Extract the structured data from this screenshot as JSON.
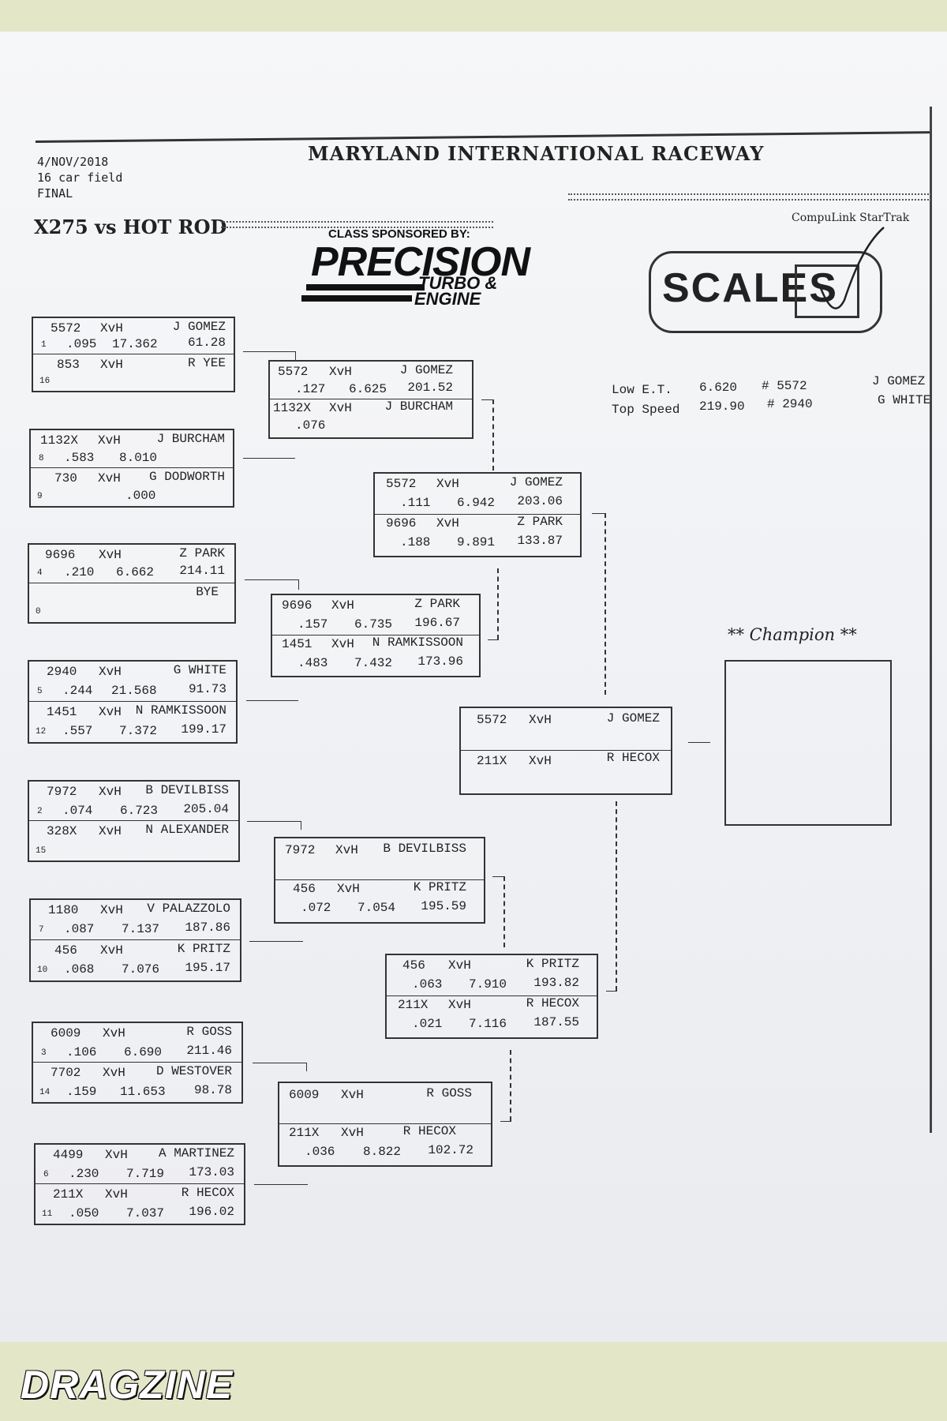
{
  "header": {
    "date": "4/NOV/2018",
    "field": "16 car field",
    "round": "FINAL",
    "track": "MARYLAND INTERNATIONAL RACEWAY",
    "class_title": "X275 vs HOT ROD"
  },
  "sponsor": {
    "label": "CLASS SPONSORED BY:",
    "brand_line1": "PRECISION",
    "brand_line2": "TURBO &",
    "brand_line3": "ENGINE"
  },
  "scales": {
    "label": "SCALES",
    "startrak": "CompuLink StarTrak"
  },
  "stats": {
    "low_et_label": "Low   E.T.",
    "low_et_value": "6.620",
    "low_et_car": "# 5572",
    "low_et_driver": "J GOMEZ",
    "top_speed_label": "Top Speed",
    "top_speed_value": "219.90",
    "top_speed_car": "# 2940",
    "top_speed_driver": "G WHITE"
  },
  "champion_label": "** Champion **",
  "brackets": {
    "r1": [
      {
        "a": {
          "car": "5572",
          "cls": "XvH",
          "driver": "J GOMEZ",
          "seed": "1",
          "rt": ".095",
          "et": "17.362",
          "mph": "61.28"
        },
        "b": {
          "car": "853",
          "cls": "XvH",
          "driver": "R YEE",
          "seed": "16",
          "rt": "",
          "et": "",
          "mph": ""
        }
      },
      {
        "a": {
          "car": "1132X",
          "cls": "XvH",
          "driver": "J BURCHAM",
          "seed": "8",
          "rt": ".583",
          "et": "8.010",
          "mph": ""
        },
        "b": {
          "car": "730",
          "cls": "XvH",
          "driver": "G DODWORTH",
          "seed": "9",
          "rt": "",
          "et": ".000",
          "mph": ""
        }
      },
      {
        "a": {
          "car": "9696",
          "cls": "XvH",
          "driver": "Z PARK",
          "seed": "4",
          "rt": ".210",
          "et": "6.662",
          "mph": "214.11"
        },
        "b": {
          "car": "",
          "cls": "",
          "driver": "BYE",
          "seed": "0",
          "rt": "",
          "et": "",
          "mph": ""
        }
      },
      {
        "a": {
          "car": "2940",
          "cls": "XvH",
          "driver": "G WHITE",
          "seed": "5",
          "rt": ".244",
          "et": "21.568",
          "mph": "91.73"
        },
        "b": {
          "car": "1451",
          "cls": "XvH",
          "driver": "N RAMKISSOON",
          "seed": "12",
          "rt": ".557",
          "et": "7.372",
          "mph": "199.17"
        }
      },
      {
        "a": {
          "car": "7972",
          "cls": "XvH",
          "driver": "B DEVILBISS",
          "seed": "2",
          "rt": ".074",
          "et": "6.723",
          "mph": "205.04"
        },
        "b": {
          "car": "328X",
          "cls": "XvH",
          "driver": "N ALEXANDER",
          "seed": "15",
          "rt": "",
          "et": "",
          "mph": ""
        }
      },
      {
        "a": {
          "car": "1180",
          "cls": "XvH",
          "driver": "V PALAZZOLO",
          "seed": "7",
          "rt": ".087",
          "et": "7.137",
          "mph": "187.86"
        },
        "b": {
          "car": "456",
          "cls": "XvH",
          "driver": "K PRITZ",
          "seed": "10",
          "rt": ".068",
          "et": "7.076",
          "mph": "195.17"
        }
      },
      {
        "a": {
          "car": "6009",
          "cls": "XvH",
          "driver": "R GOSS",
          "seed": "3",
          "rt": ".106",
          "et": "6.690",
          "mph": "211.46"
        },
        "b": {
          "car": "7702",
          "cls": "XvH",
          "driver": "D WESTOVER",
          "seed": "14",
          "rt": ".159",
          "et": "11.653",
          "mph": "98.78"
        }
      },
      {
        "a": {
          "car": "4499",
          "cls": "XvH",
          "driver": "A MARTINEZ",
          "seed": "6",
          "rt": ".230",
          "et": "7.719",
          "mph": "173.03"
        },
        "b": {
          "car": "211X",
          "cls": "XvH",
          "driver": "R HECOX",
          "seed": "11",
          "rt": ".050",
          "et": "7.037",
          "mph": "196.02"
        }
      }
    ],
    "r2": [
      {
        "a": {
          "car": "5572",
          "cls": "XvH",
          "driver": "J GOMEZ",
          "rt": ".127",
          "et": "6.625",
          "mph": "201.52"
        },
        "b": {
          "car": "1132X",
          "cls": "XvH",
          "driver": "J BURCHAM",
          "rt": ".076",
          "et": "",
          "mph": ""
        }
      },
      {
        "a": {
          "car": "9696",
          "cls": "XvH",
          "driver": "Z PARK",
          "rt": ".157",
          "et": "6.735",
          "mph": "196.67"
        },
        "b": {
          "car": "1451",
          "cls": "XvH",
          "driver": "N RAMKISSOON",
          "rt": ".483",
          "et": "7.432",
          "mph": "173.96"
        }
      },
      {
        "a": {
          "car": "7972",
          "cls": "XvH",
          "driver": "B DEVILBISS",
          "rt": "",
          "et": "",
          "mph": ""
        },
        "b": {
          "car": "456",
          "cls": "XvH",
          "driver": "K PRITZ",
          "rt": ".072",
          "et": "7.054",
          "mph": "195.59"
        }
      },
      {
        "a": {
          "car": "6009",
          "cls": "XvH",
          "driver": "R GOSS",
          "rt": "",
          "et": "",
          "mph": ""
        },
        "b": {
          "car": "211X",
          "cls": "XvH",
          "driver": "R HECOX",
          "rt": ".036",
          "et": "8.822",
          "mph": "102.72"
        }
      }
    ],
    "r3": [
      {
        "a": {
          "car": "5572",
          "cls": "XvH",
          "driver": "J GOMEZ",
          "rt": ".111",
          "et": "6.942",
          "mph": "203.06"
        },
        "b": {
          "car": "9696",
          "cls": "XvH",
          "driver": "Z PARK",
          "rt": ".188",
          "et": "9.891",
          "mph": "133.87"
        }
      },
      {
        "a": {
          "car": "456",
          "cls": "XvH",
          "driver": "K PRITZ",
          "rt": ".063",
          "et": "7.910",
          "mph": "193.82"
        },
        "b": {
          "car": "211X",
          "cls": "XvH",
          "driver": "R HECOX",
          "rt": ".021",
          "et": "7.116",
          "mph": "187.55"
        }
      }
    ],
    "final": {
      "a": {
        "car": "5572",
        "cls": "XvH",
        "driver": "J GOMEZ",
        "rt": "",
        "et": "",
        "mph": ""
      },
      "b": {
        "car": "211X",
        "cls": "XvH",
        "driver": "R HECOX",
        "rt": "",
        "et": "",
        "mph": ""
      }
    }
  },
  "watermark": "DRAGZINE"
}
